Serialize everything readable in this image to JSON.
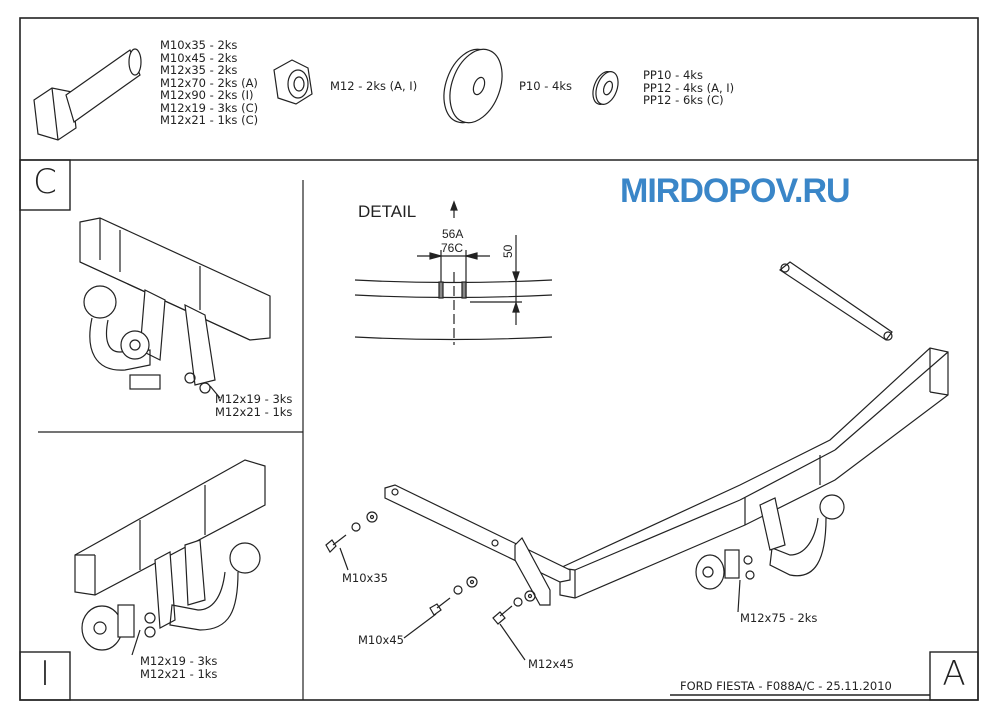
{
  "hardware": {
    "bolts": [
      "M10x35 - 2ks",
      "M10x45 - 2ks",
      "M12x35 - 2ks",
      "M12x70 - 2ks (A)",
      "M12x90 - 2ks (I)",
      "M12x19 - 3ks (C)",
      "M12x21 - 1ks (C)"
    ],
    "nut": "M12 - 2ks (A, I)",
    "washer": "P10 - 4ks",
    "spring_washers": [
      "PP10 - 4ks",
      "PP12 - 4ks (A, I)",
      "PP12 - 6ks (C)"
    ]
  },
  "panels": {
    "c": {
      "letter": "C",
      "labels": [
        "M12x19 - 3ks",
        "M12x21 - 1ks"
      ]
    },
    "i": {
      "letter": "I",
      "labels": [
        "M12x19 - 3ks",
        "M12x21 - 1ks"
      ]
    },
    "a": {
      "letter": "A",
      "labels": {
        "m10x35": "M10x35",
        "m10x45": "M10x45",
        "m12x45": "M12x45",
        "m12x75": "M12x75 - 2ks"
      }
    }
  },
  "detail": {
    "title": "DETAIL",
    "dim_a": "56A",
    "dim_c": "76C",
    "dim_height": "50"
  },
  "footer": "FORD FIESTA - F088A/C - 25.11.2010",
  "watermark": "MIRDOPOV.RU"
}
